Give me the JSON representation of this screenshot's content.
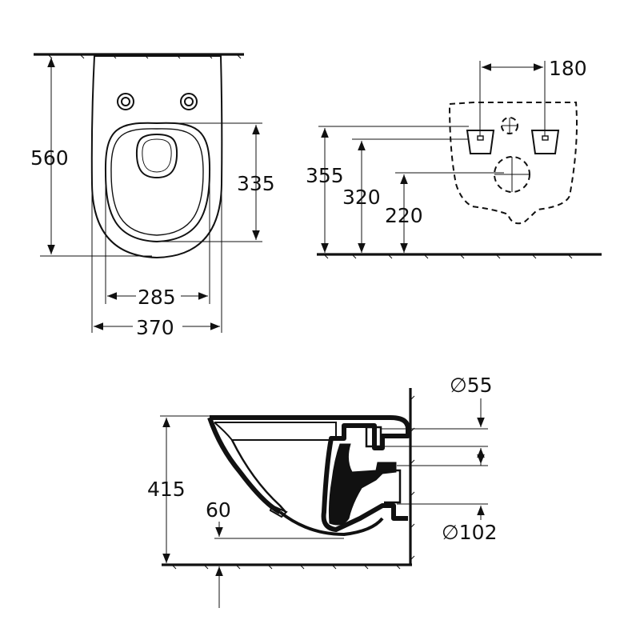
{
  "colors": {
    "line": "#111111",
    "background": "#ffffff"
  },
  "top_view": {
    "overall_length": "560",
    "seat_depth": "335",
    "seat_width": "285",
    "overall_width": "370"
  },
  "rear_view": {
    "bolt_spacing": "180",
    "bolt_height": "355",
    "inlet_height": "320",
    "outlet_height": "220"
  },
  "side_view": {
    "inlet_diameter": "∅55",
    "outlet_diameter": "∅102",
    "overall_height": "415",
    "base_clearance": "60"
  }
}
